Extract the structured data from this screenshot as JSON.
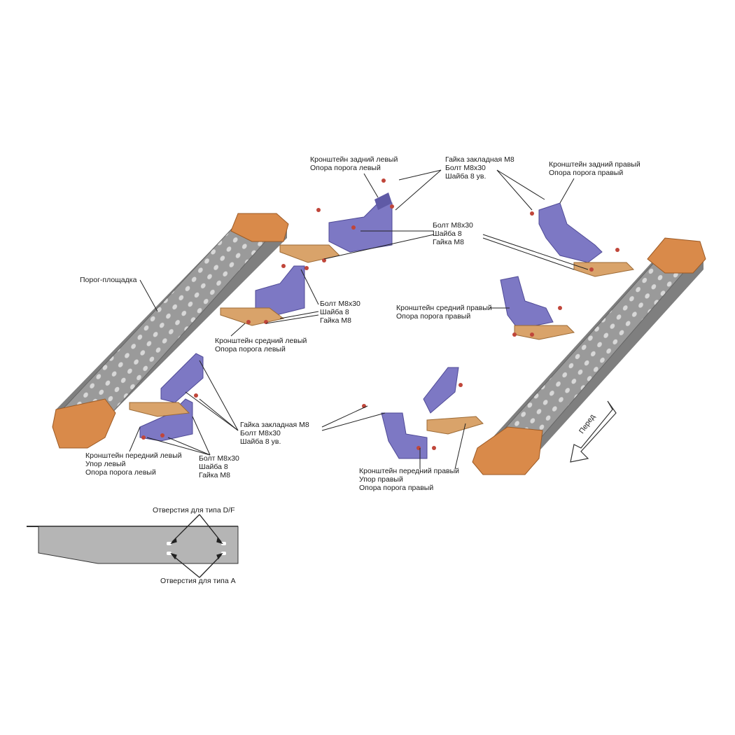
{
  "labels": {
    "rear_left": [
      "Кронштейн задний левый",
      "Опора порога левый"
    ],
    "nut_top": [
      "Гайка закладная М8",
      "Болт М8х30",
      "Шайба 8 ув."
    ],
    "rear_right": [
      "Кронштейн задний правый",
      "Опора порога правый"
    ],
    "bolt_mid": [
      "Болт М8х30",
      "Шайба 8",
      "Гайка М8"
    ],
    "sill": "Порог-площадка",
    "bolt_left": [
      "Болт М8х30",
      "Шайба 8",
      "Гайка М8"
    ],
    "middle_right": [
      "Кронштейн средний правый",
      "Опора порога правый"
    ],
    "middle_left": [
      "Кронштейн средний левый",
      "Опора порога левый"
    ],
    "nut_bottom": [
      "Гайка закладная М8",
      "Болт М8х30",
      "Шайба 8 ув."
    ],
    "front_left": [
      "Кронштейн передний левый",
      "Упор левый",
      "Опора порога левый"
    ],
    "bolt_bottom": [
      "Болт М8х30",
      "Шайба 8",
      "Гайка М8"
    ],
    "front_right": [
      "Кронштейн передний правый",
      "Упор правый",
      "Опора порога правый"
    ],
    "holes_df": "Отверстия для типа D/F",
    "holes_a": "Отверстия для типа А",
    "direction": "Перед"
  },
  "colors": {
    "step_gray": "#8f8f8f",
    "step_light": "#b9b9b9",
    "end_cap": "#d98a4a",
    "end_cap_dark": "#b56a2f",
    "bracket": "#7d78c4",
    "bracket_dark": "#5f5aa6",
    "support": "#d9a36a",
    "bolt": "#c0463a",
    "line": "#222222"
  }
}
